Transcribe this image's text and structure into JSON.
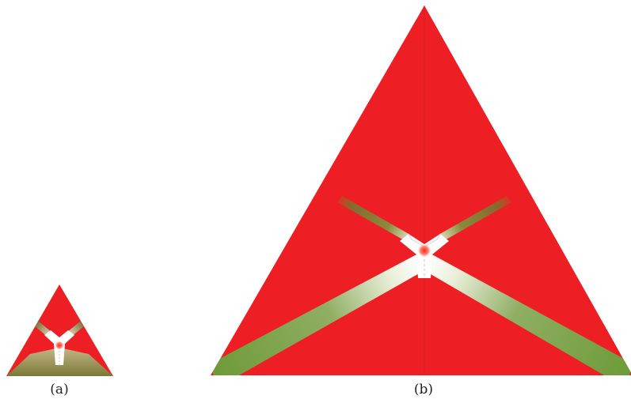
{
  "panels": [
    {
      "id": "a",
      "caption": "(a)"
    },
    {
      "id": "b",
      "caption": "(b)"
    }
  ],
  "colors": {
    "triangle": "#ed1f24",
    "triangle_edge": "#c81a1f",
    "band": "#6f9a3a",
    "band_dark": "#7a5a2a",
    "center": "#ffffff",
    "center_dot": "#ff5a4a"
  }
}
